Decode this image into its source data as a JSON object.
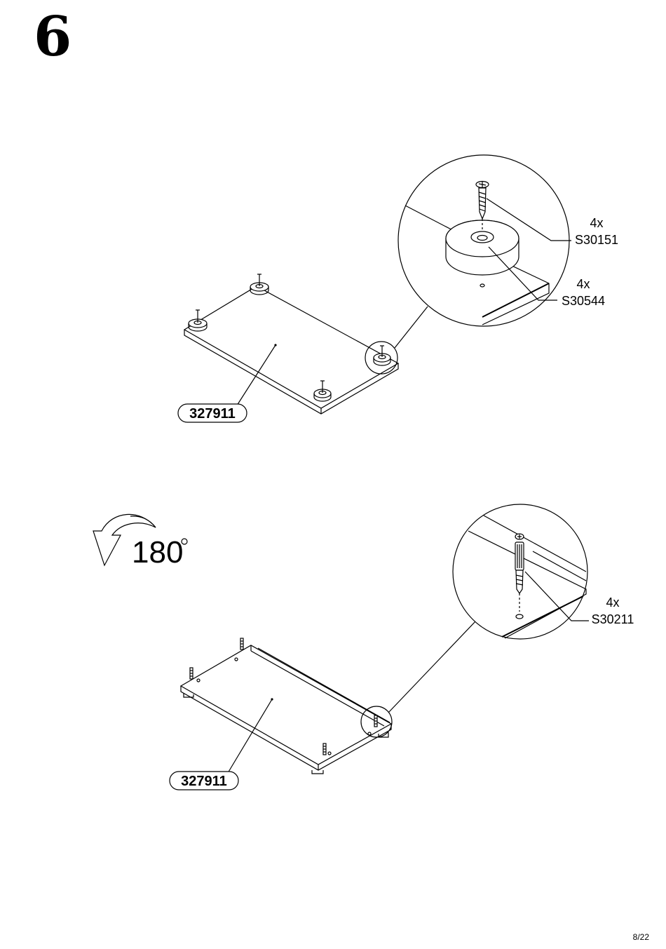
{
  "step": {
    "number": "6"
  },
  "top_diagram": {
    "panel_part": "327911",
    "callouts": [
      {
        "qty": "4x",
        "code": "S30151"
      },
      {
        "qty": "4x",
        "code": "S30544"
      }
    ]
  },
  "bottom_diagram": {
    "rotation": {
      "angle": "180",
      "unit": "°"
    },
    "panel_part": "327911",
    "callouts": [
      {
        "qty": "4x",
        "code": "S30211"
      }
    ]
  },
  "footer": {
    "page": "8/22"
  }
}
